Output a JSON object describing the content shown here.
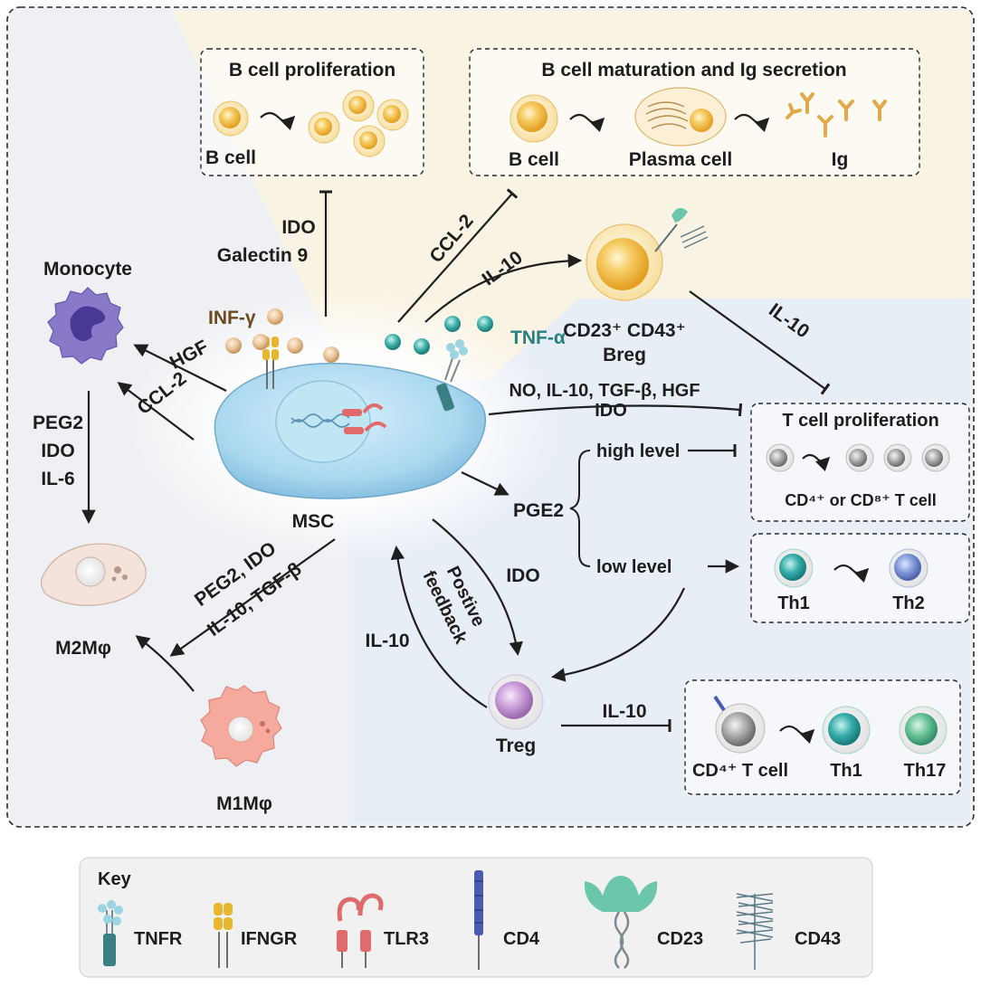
{
  "colors": {
    "bg_warm": "#f9f3e3",
    "bg_cool": "#e8eef6",
    "bg_grey": "#eef0f3",
    "msc_body": "#a9d7ef",
    "teal_text": "#27807f",
    "brown_text": "#6b4a1e",
    "b_cell": "#f2b83c",
    "ig": "#e7b24e",
    "th1": "#2aa6a4",
    "th2": "#6f8ccf",
    "th17": "#55b789",
    "treg": "#c99bd8",
    "monocyte": "#7c69c0",
    "m1": "#f4a69c",
    "m2": "#f1ddd5"
  },
  "labels": {
    "b_prolif_title": "B cell proliferation",
    "b_prolif_cell": "B cell",
    "b_mat_title": "B cell maturation and Ig secretion",
    "b_mat_bcell": "B cell",
    "b_mat_plasma": "Plasma cell",
    "b_mat_ig": "Ig",
    "ido_1": "IDO",
    "galectin": "Galectin 9",
    "ccl2_top": "CCL-2",
    "il10_breg_in": "IL-10",
    "breg_line1": "CD23⁺ CD43⁺",
    "breg_line2": "Breg",
    "il10_breg_out": "IL-10",
    "tnf": "TNF-α",
    "infg": "INF-γ",
    "monocyte": "Monocyte",
    "hgf": "HGF",
    "ccl2_left": "CCL-2",
    "peg2": "PEG2",
    "ido_left": "IDO",
    "il6": "IL-6",
    "msc": "MSC",
    "m2": "M2Mφ",
    "m1": "M1Mφ",
    "m1m2_line1": "PEG2, IDO",
    "m1m2_line2": "IL-10, TGF-β",
    "t_factors_line1": "NO, IL-10, TGF-β, HGF",
    "t_factors_line2": "IDO",
    "t_prolif_title": "T cell proliferation",
    "t_prolif_cell": "CD⁴⁺ or CD⁸⁺ T cell",
    "pge2": "PGE2",
    "high_level": "high level",
    "low_level": "low level",
    "th1": "Th1",
    "th2": "Th2",
    "feedback_line1": "Postive",
    "feedback_line2": "feedback",
    "ido_treg": "IDO",
    "il10_back": "IL-10",
    "treg": "Treg",
    "il10_treg": "IL-10",
    "cd4_t": "CD⁴⁺ T cell",
    "th1_b": "Th1",
    "th17": "Th17"
  },
  "key": {
    "title": "Key",
    "items": [
      "TNFR",
      "IFNGR",
      "TLR3",
      "CD4",
      "CD23",
      "CD43"
    ]
  }
}
